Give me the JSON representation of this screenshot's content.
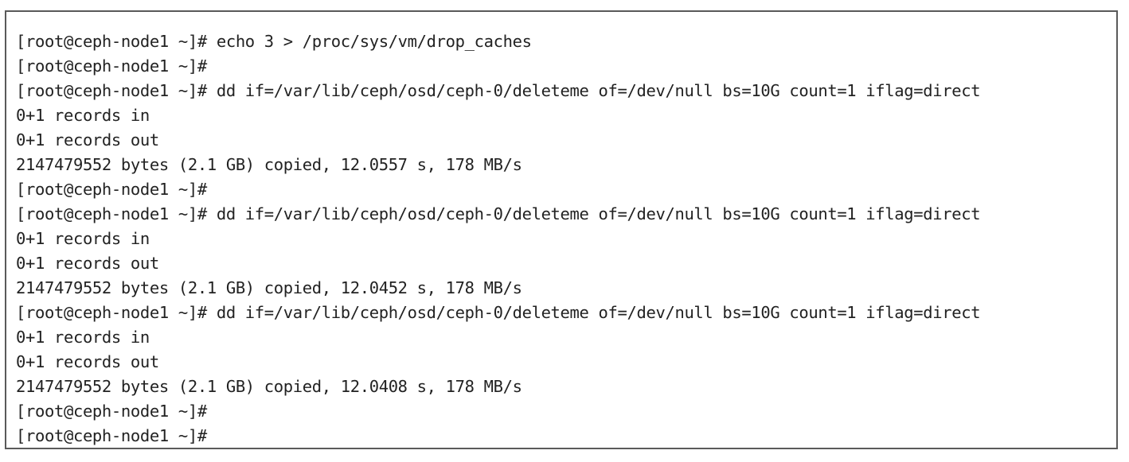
{
  "terminal": {
    "lines": [
      "[root@ceph-node1 ~]# echo 3 > /proc/sys/vm/drop_caches",
      "[root@ceph-node1 ~]#",
      "[root@ceph-node1 ~]# dd if=/var/lib/ceph/osd/ceph-0/deleteme of=/dev/null bs=10G count=1 iflag=direct",
      "0+1 records in",
      "0+1 records out",
      "2147479552 bytes (2.1 GB) copied, 12.0557 s, 178 MB/s",
      "[root@ceph-node1 ~]#",
      "[root@ceph-node1 ~]# dd if=/var/lib/ceph/osd/ceph-0/deleteme of=/dev/null bs=10G count=1 iflag=direct",
      "0+1 records in",
      "0+1 records out",
      "2147479552 bytes (2.1 GB) copied, 12.0452 s, 178 MB/s",
      "[root@ceph-node1 ~]# dd if=/var/lib/ceph/osd/ceph-0/deleteme of=/dev/null bs=10G count=1 iflag=direct",
      "0+1 records in",
      "0+1 records out",
      "2147479552 bytes (2.1 GB) copied, 12.0408 s, 178 MB/s",
      "[root@ceph-node1 ~]#",
      "[root@ceph-node1 ~]#"
    ]
  }
}
